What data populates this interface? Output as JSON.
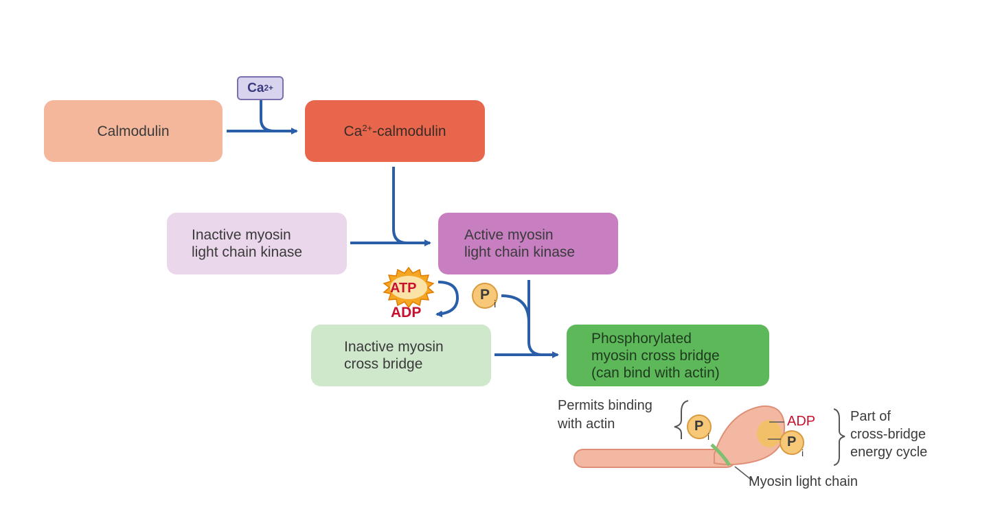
{
  "nodes": {
    "calmodulin": "Calmodulin",
    "ca_calmodulin": "-calmodulin",
    "ca_calmodulin_prefix": "Ca",
    "ca_calmodulin_sup": "2+",
    "inactive_mlck_line1": "Inactive myosin",
    "inactive_mlck_line2": "light chain kinase",
    "active_mlck_line1": "Active myosin",
    "active_mlck_line2": "light chain kinase",
    "inactive_cb_line1": "Inactive myosin",
    "inactive_cb_line2": "cross bridge",
    "phos_cb_line1": "Phosphorylated",
    "phos_cb_line2": "myosin cross bridge",
    "phos_cb_line3": "(can bind with actin)"
  },
  "ion": {
    "symbol": "Ca",
    "charge": "2+"
  },
  "molecules": {
    "atp": "ATP",
    "adp": "ADP",
    "pi_letter": "P",
    "pi_sub": "i"
  },
  "myosin_labels": {
    "permits_line1": "Permits binding",
    "permits_line2": "with actin",
    "adp": "ADP",
    "energy_line1": "Part of",
    "energy_line2": "cross-bridge",
    "energy_line3": "energy cycle",
    "light_chain": "Myosin light chain"
  },
  "colors": {
    "arrow": "#2a5ea8",
    "calmodulin": "#f4b79c",
    "ca_calmodulin": "#e8674c",
    "inactive_kinase": "#ead7eb",
    "active_kinase": "#c77fc2",
    "inactive_cross_bridge": "#cfe8cc",
    "phosphorylated_cross_bridge": "#5db85a",
    "atp_burst": "#f5a623",
    "phosphate": "#f7c878",
    "myosin": "#f2b8a2",
    "adp_text": "#c8102e"
  }
}
